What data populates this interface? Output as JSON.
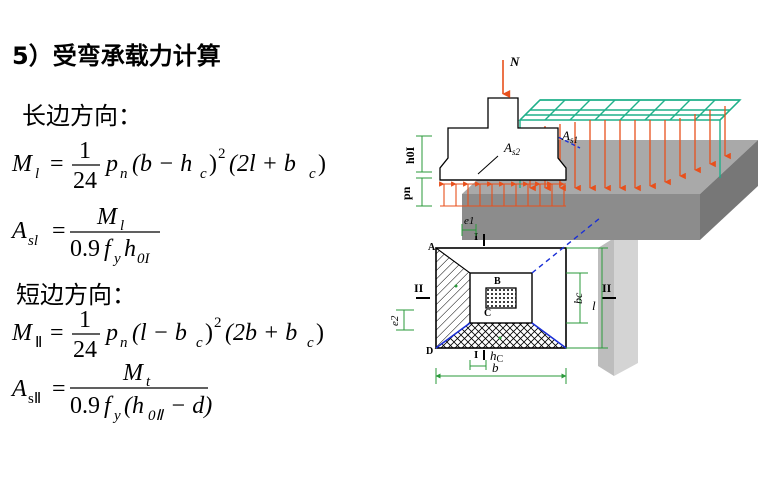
{
  "slide": {
    "title": "5）受弯承载力计算",
    "heading_long": "长边方向：",
    "heading_short": "短边方向："
  },
  "formula1": {
    "lhs": "M",
    "lhs_sub": "l",
    "num": "1",
    "den": "24",
    "term_p": "p",
    "term_p_sub": "n",
    "paren1": "(b − h",
    "paren1_sub": "c",
    "paren1_close": ")",
    "sq": "2",
    "paren2": "(2l + b",
    "paren2_sub": "c",
    "paren2_close": ")"
  },
  "formula2": {
    "lhs": "A",
    "lhs_sub": "sl",
    "num": "M",
    "num_sub": "l",
    "den_coef": "0.9",
    "den_f": "f",
    "den_f_sub": "y",
    "den_h": "h",
    "den_h_sub": "0I"
  },
  "formula3": {
    "lhs": "M",
    "lhs_sub": "Ⅱ",
    "num": "1",
    "den": "24",
    "term_p": "p",
    "term_p_sub": "n",
    "paren1": "(l − b",
    "paren1_sub": "c",
    "paren1_close": ")",
    "sq": "2",
    "paren2": "(2b + b",
    "paren2_sub": "c",
    "paren2_close": ")"
  },
  "formula4": {
    "lhs": "A",
    "lhs_sub": "sⅡ",
    "num": "M",
    "num_sub": "t",
    "den_coef": "0.9",
    "den_f": "f",
    "den_f_sub": "y",
    "den_paren": "(h",
    "den_h_sub": "0Ⅱ",
    "den_tail": " − d)"
  },
  "diagram": {
    "label_N": "N",
    "label_As1": "A",
    "label_As1_sub": "s1",
    "label_As2": "A",
    "label_As2_sub": "s2",
    "label_h0I": "h0I",
    "label_pn": "pn",
    "label_e1": "e1",
    "label_I_top": "I",
    "label_I_bottom": "I",
    "label_II_left": "II",
    "label_II_right": "II",
    "label_A": "A",
    "label_B": "B",
    "label_C": "C",
    "label_D": "D",
    "label_e2": "e2",
    "label_bc": "bc",
    "label_l": "l",
    "label_hc": "h",
    "label_hc_sub": "C",
    "label_b": "b"
  },
  "colors": {
    "arrow": "#e8501c",
    "rebar": "#1fb08a",
    "dim": "#2a9a3a",
    "plate": "#8c8c8c",
    "blue_dash": "#1a2fd6",
    "wall": "#d8d8d8"
  }
}
